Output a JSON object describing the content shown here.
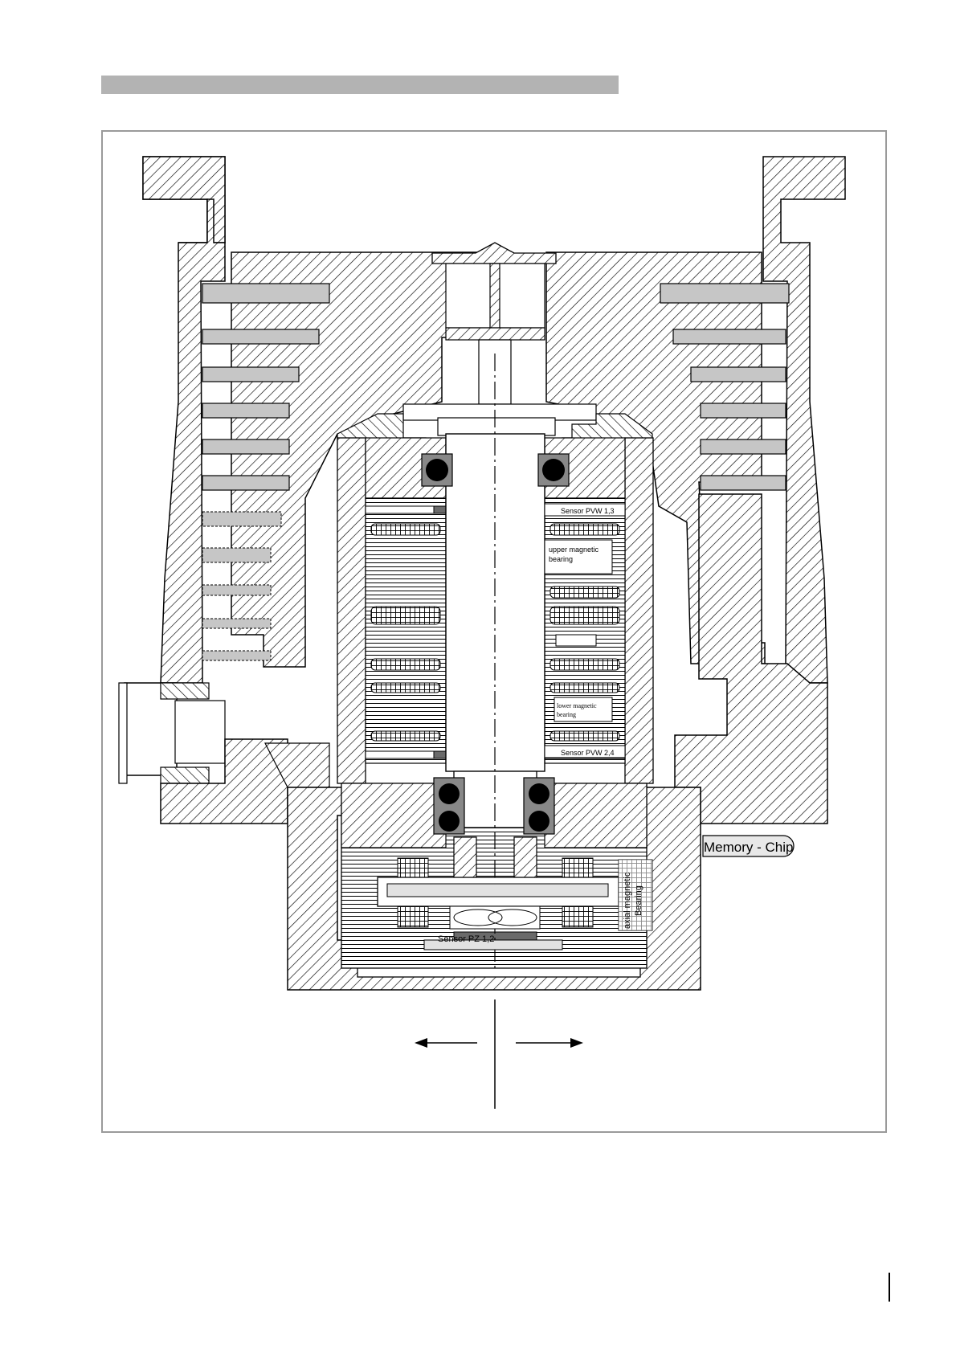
{
  "labels": {
    "sensor_pvw_13": "Sensor  PVW  1,3",
    "upper_bearing_line1": "upper magnetic",
    "upper_bearing_line2": "bearing",
    "lower_bearing_line1": "lower magnetic",
    "lower_bearing_line2": "bearing",
    "sensor_pvw_24": "Sensor  PVW  2,4",
    "memory_chip": "Memory - Chip",
    "axial_bearing_line1": "axial magnetic",
    "axial_bearing_line2": "Bearing",
    "sensor_pz": "Sensor PZ 1,2"
  },
  "colors": {
    "header_bar": "#b3b3b3",
    "frame_border": "#9a9a9a",
    "bar_fill": "#c6c6c6",
    "sensor_fill": "#6a6a6a"
  },
  "icons": {
    "left_arrow": "arrow-left-icon",
    "right_arrow": "arrow-right-icon"
  }
}
